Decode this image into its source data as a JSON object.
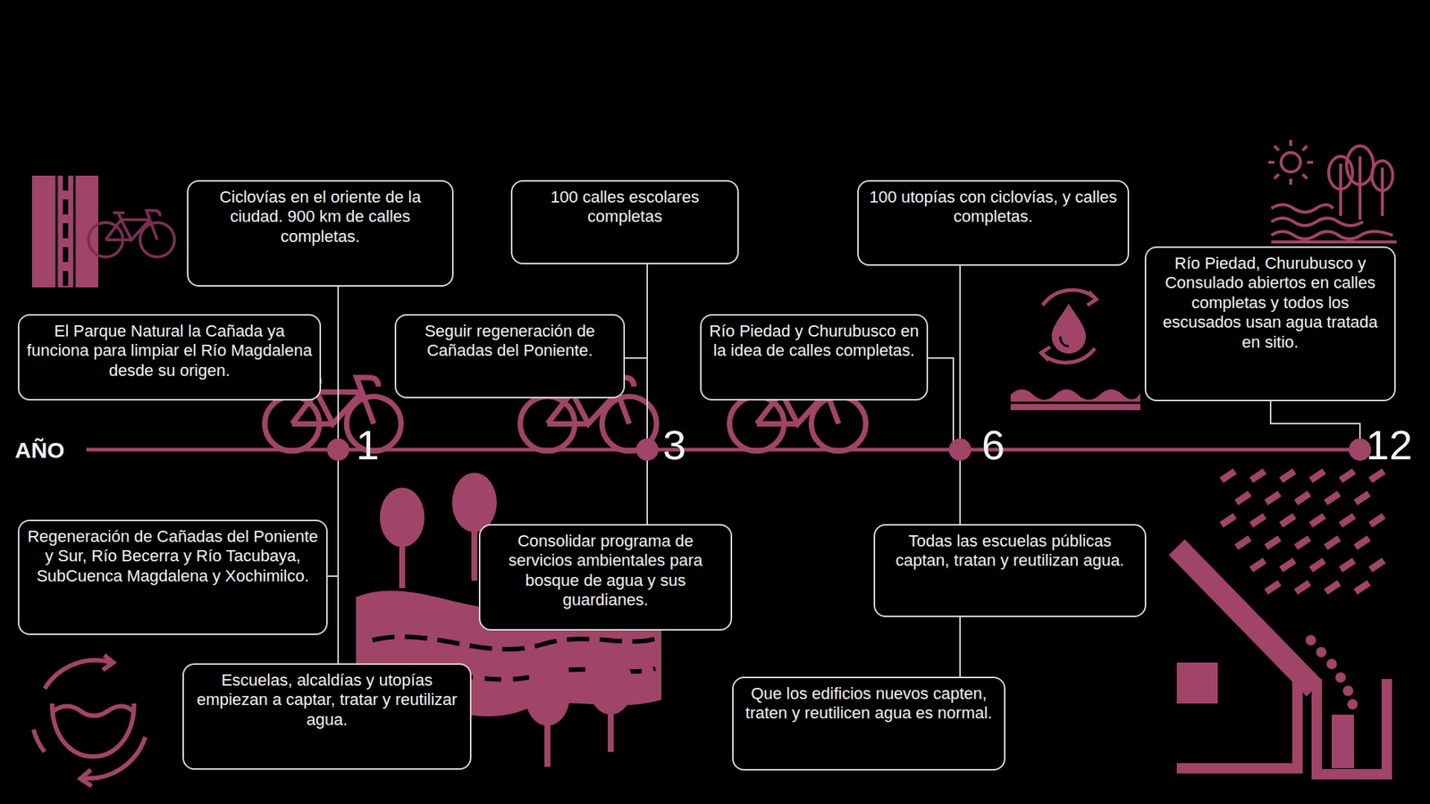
{
  "diagram": {
    "nodes": [
      {
        "text": [
          "Ciclovías en el oriente de la ciudad. 900 km de calles completas."
        ]
      },
      {
        "text": [
          "El Parque Natural la Cañada ya funciona para limpiar el Río Magdalena desde su origen."
        ]
      },
      {
        "text": [
          "100 calles escolares completas"
        ]
      },
      {
        "text": [
          "Seguir regeneración de Cañadas del Poniente."
        ]
      },
      {
        "text": [
          "100 utopías con ciclovías, y calles completas."
        ]
      },
      {
        "text": [
          "Río Piedad y Churubusco en la idea de calles completas."
        ]
      },
      {
        "text": [
          "Río Piedad, Churubusco y Consulado abiertos en calles completas y todos los escusados usan agua tratada en sitio."
        ]
      },
      {
        "text": [
          "Regeneración de Cañadas del Poniente y Sur, Río Becerra y Río Tacubaya, SubCuenca Magdalena y Xochimilco."
        ]
      },
      {
        "text": [
          "Escuelas, alcaldías y utopías empiezan a captar, tratar y reutilizar agua."
        ]
      },
      {
        "text": [
          "Consolidar programa de servicios ambientales para bosque de agua y sus guardianes."
        ]
      },
      {
        "text": [
          "Todas las escuelas públicas captan, tratan y reutilizan agua."
        ]
      },
      {
        "text": [
          "Que los edificios nuevos capten, traten y reutilicen agua es normal."
        ]
      }
    ],
    "labels": [
      "AÑO",
      "1",
      "3",
      "6",
      "12"
    ]
  }
}
